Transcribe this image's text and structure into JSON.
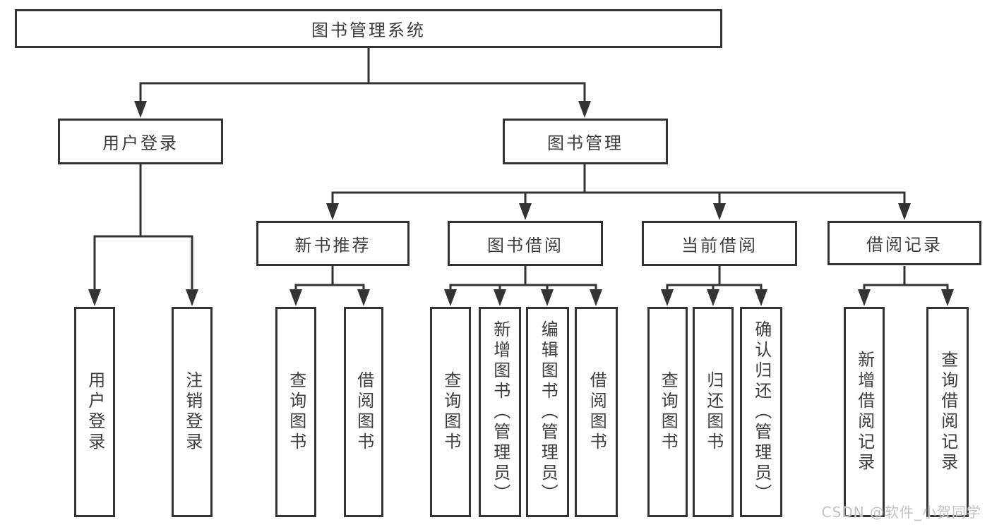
{
  "colors": {
    "line": "#333333",
    "text": "#3d3d3d",
    "background": "#ffffff",
    "watermark": "#c3c3c3"
  },
  "tree": {
    "root": {
      "label": "图书管理系统",
      "children": [
        {
          "label": "用户登录",
          "children": [
            {
              "label": "用户登录"
            },
            {
              "label": "注销登录"
            }
          ]
        },
        {
          "label": "图书管理",
          "children": [
            {
              "label": "新书推荐",
              "children": [
                {
                  "label": "查询图书"
                },
                {
                  "label": "借阅图书"
                }
              ]
            },
            {
              "label": "图书借阅",
              "children": [
                {
                  "label": "查询图书"
                },
                {
                  "label": "新增图书（管理员）"
                },
                {
                  "label": "编辑图书（管理员）"
                },
                {
                  "label": "借阅图书"
                }
              ]
            },
            {
              "label": "当前借阅",
              "children": [
                {
                  "label": "查询图书"
                },
                {
                  "label": "归还图书"
                },
                {
                  "label": "确认归还（管理员）"
                }
              ]
            },
            {
              "label": "借阅记录",
              "children": [
                {
                  "label": "新增借阅记录"
                },
                {
                  "label": "查询借阅记录"
                }
              ]
            }
          ]
        }
      ]
    }
  },
  "watermark": {
    "text": "CSDN @软件_小贺同学"
  }
}
